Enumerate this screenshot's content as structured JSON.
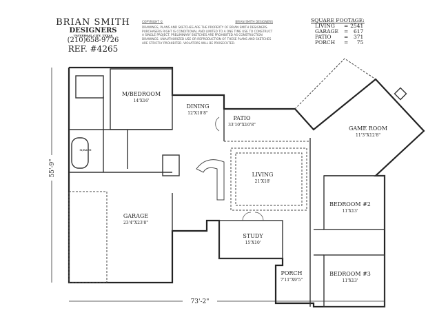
{
  "title_block": {
    "company_line1": "BRIAN SMITH",
    "company_line2": "DESIGNERS",
    "location": "UNIVERSAL CITY, TEXAS",
    "phone": "(210)658-9726",
    "ref": "REF. #4265"
  },
  "copyright": {
    "label": "COPYRIGHT ©",
    "owner": "BRIAN SMITH DESIGNERS",
    "text": "DRAWINGS, PLANS AND SKETCHES ARE THE PROPERTY OF BRIAN SMITH DESIGNERS. PURCHASERS RIGHT IS CONDITIONAL AND LIMITED TO A ONE TIME USE TO CONSTRUCT A SINGLE PROJECT. PRELIMINARY SKETCHES ARE PROHIBITED AS CONSTRUCTION DRAWINGS. UNAUTHORIZED USE OR REPRODUCTION OF THESE PLANS AND SKETCHES ARE STRICTLY PROHIBITED. VIOLATORS WILL BE PROSECUTED."
  },
  "square_footage": {
    "title": "SQUARE FOOTAGE:",
    "rows": [
      {
        "label": "LIVING",
        "eq": "=",
        "value": "2541"
      },
      {
        "label": "GARAGE",
        "eq": "=",
        "value": "617"
      },
      {
        "label": "PATIO",
        "eq": "=",
        "value": "371"
      },
      {
        "label": "PORCH",
        "eq": "=",
        "value": "75"
      }
    ]
  },
  "rooms": [
    {
      "name": "M/BEDROOM",
      "size": "14'X16'"
    },
    {
      "name": "DINING",
      "size": "12'X10'8\""
    },
    {
      "name": "PATIO",
      "size": "33'10\"X10'8\""
    },
    {
      "name": "GAME ROOM",
      "size": "11'3\"X12'8\""
    },
    {
      "name": "LIVING",
      "size": "21'X18'"
    },
    {
      "name": "BEDROOM #2",
      "size": "11'X13'"
    },
    {
      "name": "GARAGE",
      "size": "23'4\"X23'8\""
    },
    {
      "name": "STUDY",
      "size": "15'X10'"
    },
    {
      "name": "PORCH",
      "size": "7'11\"X9'5\""
    },
    {
      "name": "BEDROOM #3",
      "size": "11'X13'"
    }
  ],
  "small_labels": {
    "master_bath": "M/BATH"
  },
  "dimensions": {
    "depth": "55'-9\"",
    "width": "73'-2\""
  }
}
